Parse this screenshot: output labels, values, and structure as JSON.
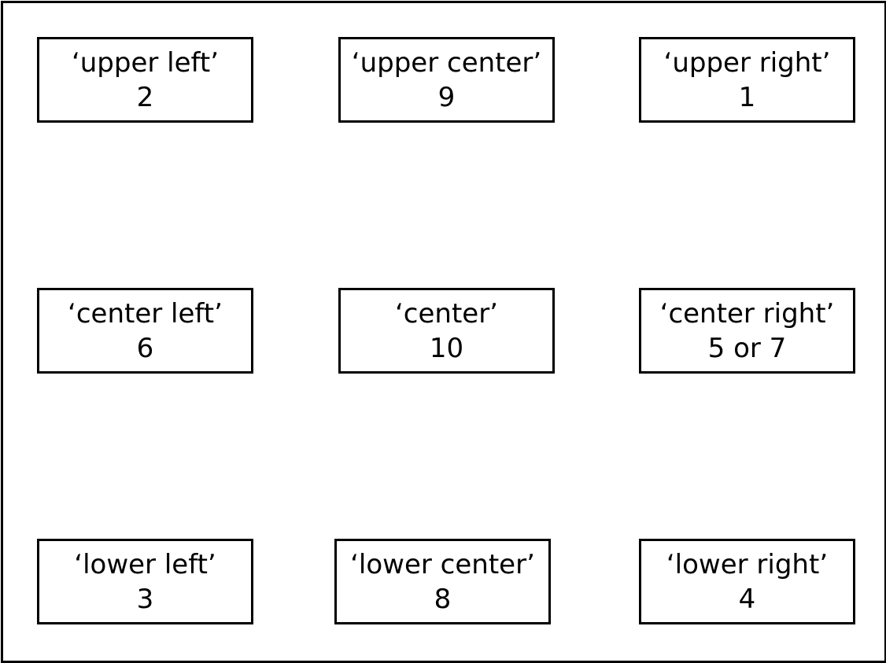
{
  "locations": {
    "upper_left": {
      "name": "‘upper left’",
      "code": "2"
    },
    "upper_center": {
      "name": "‘upper center’",
      "code": "9"
    },
    "upper_right": {
      "name": "‘upper right’",
      "code": "1"
    },
    "center_left": {
      "name": "‘center left’",
      "code": "6"
    },
    "center": {
      "name": "‘center’",
      "code": "10"
    },
    "center_right": {
      "name": "‘center right’",
      "code": "5 or 7"
    },
    "lower_left": {
      "name": "‘lower left’",
      "code": "3"
    },
    "lower_center": {
      "name": "‘lower center’",
      "code": "8"
    },
    "lower_right": {
      "name": "‘lower right’",
      "code": "4"
    }
  },
  "colors": {
    "border": "#000000",
    "background": "#ffffff",
    "text": "#000000"
  }
}
